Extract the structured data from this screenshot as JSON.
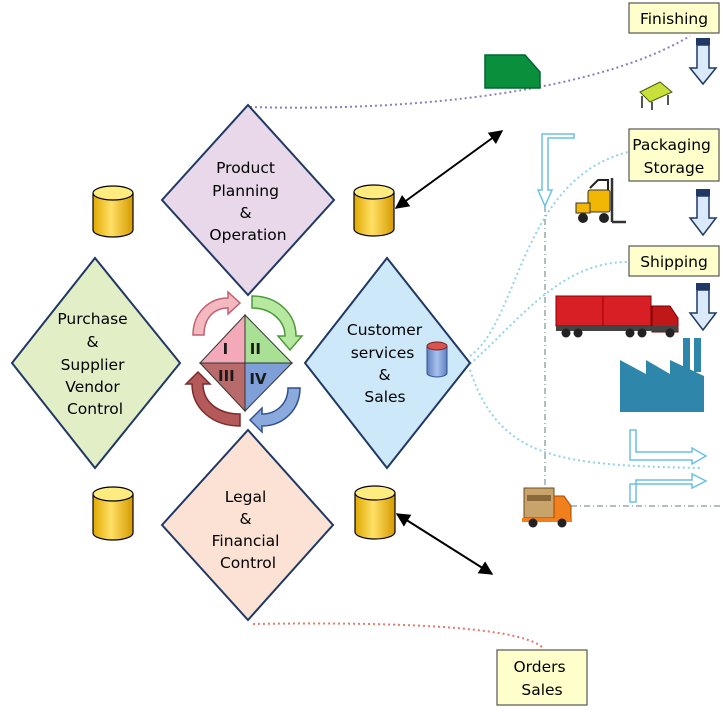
{
  "diamonds": {
    "product_planning": [
      "Product",
      "Planning",
      "&",
      "Operation"
    ],
    "purchase": [
      "Purchase",
      "&",
      "Supplier",
      "Vendor",
      "Control"
    ],
    "customer_services": [
      "Customer",
      "services",
      "&",
      "Sales"
    ],
    "legal_financial": [
      "Legal",
      "&",
      "Financial",
      "Control"
    ]
  },
  "quadrants": {
    "q1": "I",
    "q2": "II",
    "q3": "III",
    "q4": "IV"
  },
  "process_labels": {
    "finishing": "Finishing",
    "packaging_storage": [
      "Packaging",
      "Storage"
    ],
    "shipping": "Shipping",
    "orders_sales": [
      "Orders",
      "Sales"
    ]
  },
  "colors": {
    "diamond_product": "#e8d8ea",
    "diamond_purchase": "#e2efc6",
    "diamond_customer": "#cde8f8",
    "diamond_legal": "#fbe2d4",
    "diamond_stroke": "#1f3864",
    "database_fill": "#ffd200",
    "label_box": "#ffffcc"
  },
  "icons": [
    "database-icon",
    "cycle-arrows-icon",
    "tag-icon",
    "conveyor-icon",
    "forklift-icon",
    "container-truck-icon",
    "factory-icon",
    "delivery-van-icon",
    "down-arrow-icon",
    "bent-arrow-icon"
  ]
}
